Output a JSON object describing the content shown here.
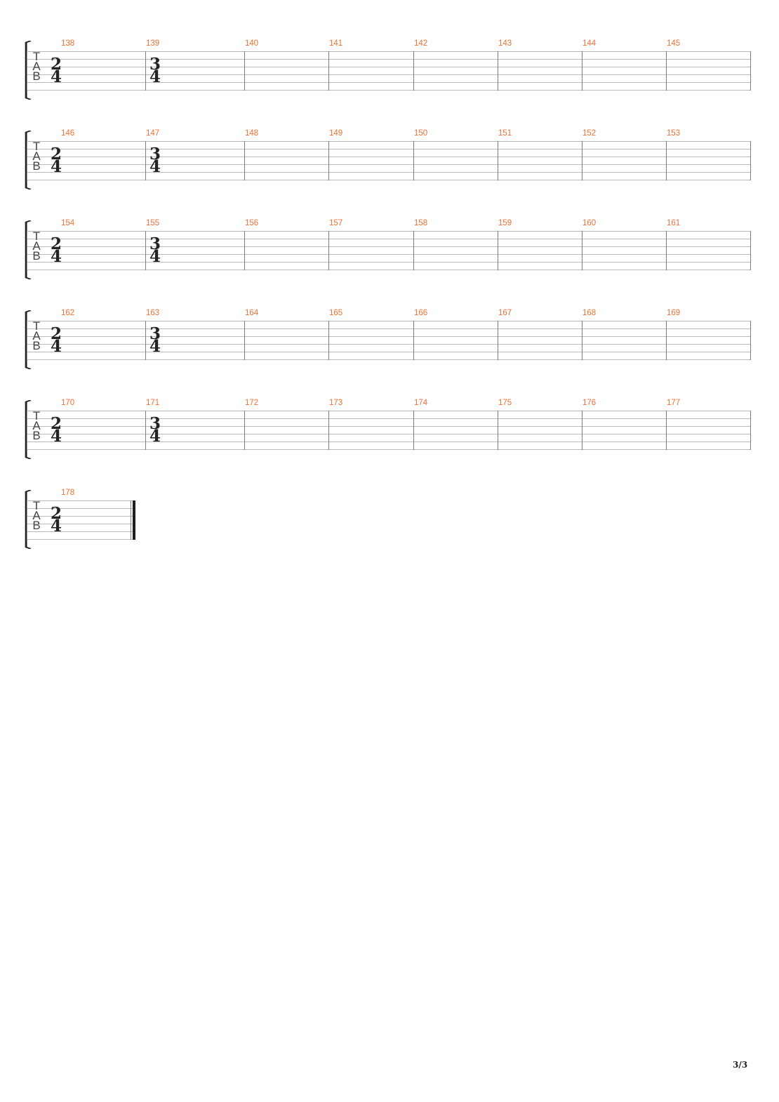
{
  "colors": {
    "measure_number": "#f07033",
    "staff_line": "#b9b9b9",
    "text": "#222222"
  },
  "clef": {
    "t": "T",
    "a": "A",
    "b": "B"
  },
  "systems": [
    {
      "measures": [
        "138",
        "139",
        "140",
        "141",
        "142",
        "143",
        "144",
        "145"
      ],
      "timesigs": [
        {
          "num": "2",
          "den": "4"
        },
        {
          "num": "3",
          "den": "4"
        }
      ],
      "final": false
    },
    {
      "measures": [
        "146",
        "147",
        "148",
        "149",
        "150",
        "151",
        "152",
        "153"
      ],
      "timesigs": [
        {
          "num": "2",
          "den": "4"
        },
        {
          "num": "3",
          "den": "4"
        }
      ],
      "final": false
    },
    {
      "measures": [
        "154",
        "155",
        "156",
        "157",
        "158",
        "159",
        "160",
        "161"
      ],
      "timesigs": [
        {
          "num": "2",
          "den": "4"
        },
        {
          "num": "3",
          "den": "4"
        }
      ],
      "final": false
    },
    {
      "measures": [
        "162",
        "163",
        "164",
        "165",
        "166",
        "167",
        "168",
        "169"
      ],
      "timesigs": [
        {
          "num": "2",
          "den": "4"
        },
        {
          "num": "3",
          "den": "4"
        }
      ],
      "final": false
    },
    {
      "measures": [
        "170",
        "171",
        "172",
        "173",
        "174",
        "175",
        "176",
        "177"
      ],
      "timesigs": [
        {
          "num": "2",
          "den": "4"
        },
        {
          "num": "3",
          "den": "4"
        }
      ],
      "final": false
    },
    {
      "measures": [
        "178"
      ],
      "timesigs": [
        {
          "num": "2",
          "den": "4"
        }
      ],
      "final": true
    }
  ],
  "page_number": "3/3"
}
